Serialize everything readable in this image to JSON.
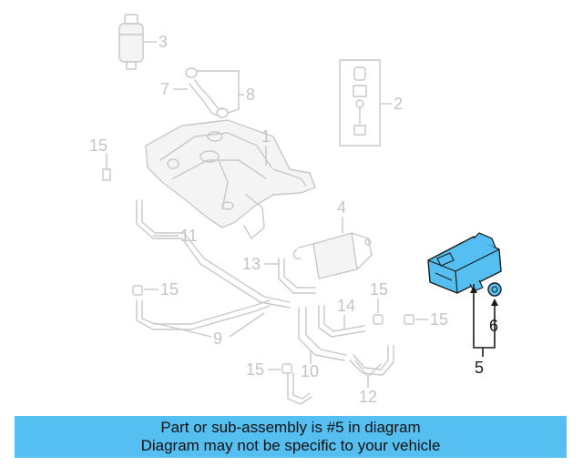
{
  "colors": {
    "highlight": "#55bff2",
    "banner_bg": "#55bff2",
    "ghost_line": "#c8c8c8",
    "dark_line": "#1a1a1a"
  },
  "callouts": {
    "c1": "1",
    "c2": "2",
    "c3": "3",
    "c4": "4",
    "c5": "5",
    "c6": "6",
    "c7": "7",
    "c8": "8",
    "c9": "9",
    "c10": "10",
    "c11": "11",
    "c12": "12",
    "c13": "13",
    "c14": "14",
    "c15": "15"
  },
  "banner": {
    "line1": "Part or sub-assembly is #5 in diagram",
    "line2": "Diagram may not be specific to your vehicle"
  }
}
